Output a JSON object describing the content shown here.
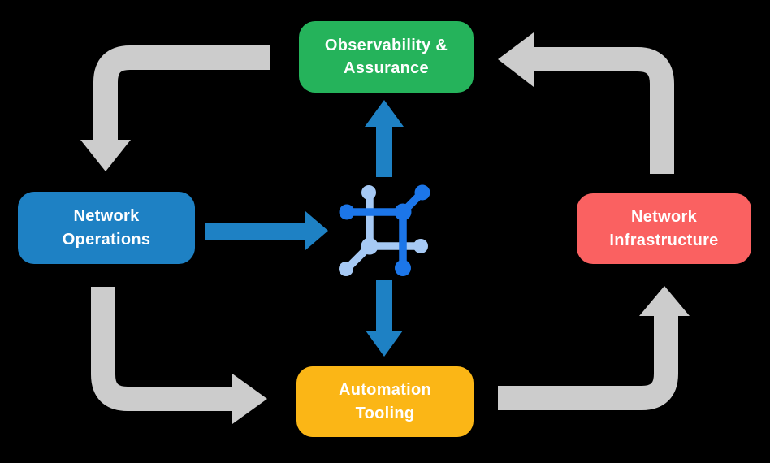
{
  "canvas": {
    "background": "#000000"
  },
  "palette": {
    "gray_arrow": "#cccccc",
    "blue_arrow": "#1e81c4",
    "icon_dark": "#1c76e9",
    "icon_light": "#a6c9f4",
    "label_text": "#ffffff"
  },
  "nodes": {
    "observability": {
      "label": "Observability &\nAssurance",
      "color": "#25b35b"
    },
    "operations": {
      "label": "Network\nOperations",
      "color": "#1e81c4"
    },
    "infrastructure": {
      "label": "Network\nInfrastructure",
      "color": "#fa6161"
    },
    "automation": {
      "label": "Automation\nTooling",
      "color": "#fbb616"
    }
  },
  "center_icon": "network-automation-icon",
  "connections": [
    {
      "from": "observability",
      "to": "operations",
      "style": "gray-elbow"
    },
    {
      "from": "operations",
      "to": "automation",
      "style": "gray-elbow"
    },
    {
      "from": "automation",
      "to": "infrastructure",
      "style": "gray-elbow"
    },
    {
      "from": "infrastructure",
      "to": "observability",
      "style": "gray-elbow"
    },
    {
      "from": "operations",
      "to": "center-icon",
      "style": "blue-straight"
    },
    {
      "from": "center-icon",
      "to": "observability",
      "style": "blue-straight"
    },
    {
      "from": "center-icon",
      "to": "automation",
      "style": "blue-straight"
    }
  ]
}
